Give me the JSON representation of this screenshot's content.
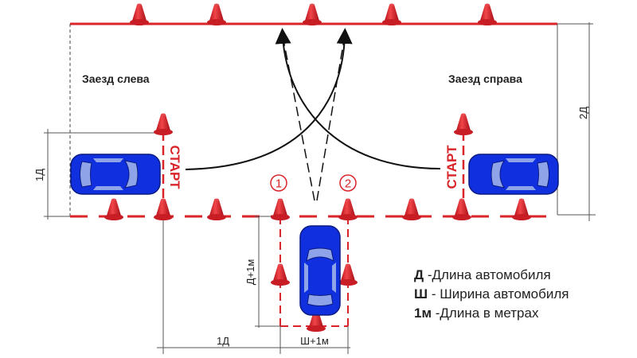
{
  "title_left": "Заезд слева",
  "title_right": "Заезд справа",
  "start_label": "СТАРТ",
  "dimensions": {
    "left_height": "1Д",
    "right_height": "2Д",
    "box_length": "Д+1м",
    "offset": "1Д",
    "box_width": "Ш+1м"
  },
  "markers": [
    "1",
    "2"
  ],
  "legend": [
    {
      "key": "Д",
      "text": " -Длина автомобиля"
    },
    {
      "key": "Ш",
      "text": " - Ширина автомобиля"
    },
    {
      "key": "1м",
      "text": " -Длина в метрах"
    }
  ],
  "colors": {
    "red": "#d9252a",
    "car": "#1030e0",
    "window": "#8fa3e8",
    "line": "#555555"
  }
}
